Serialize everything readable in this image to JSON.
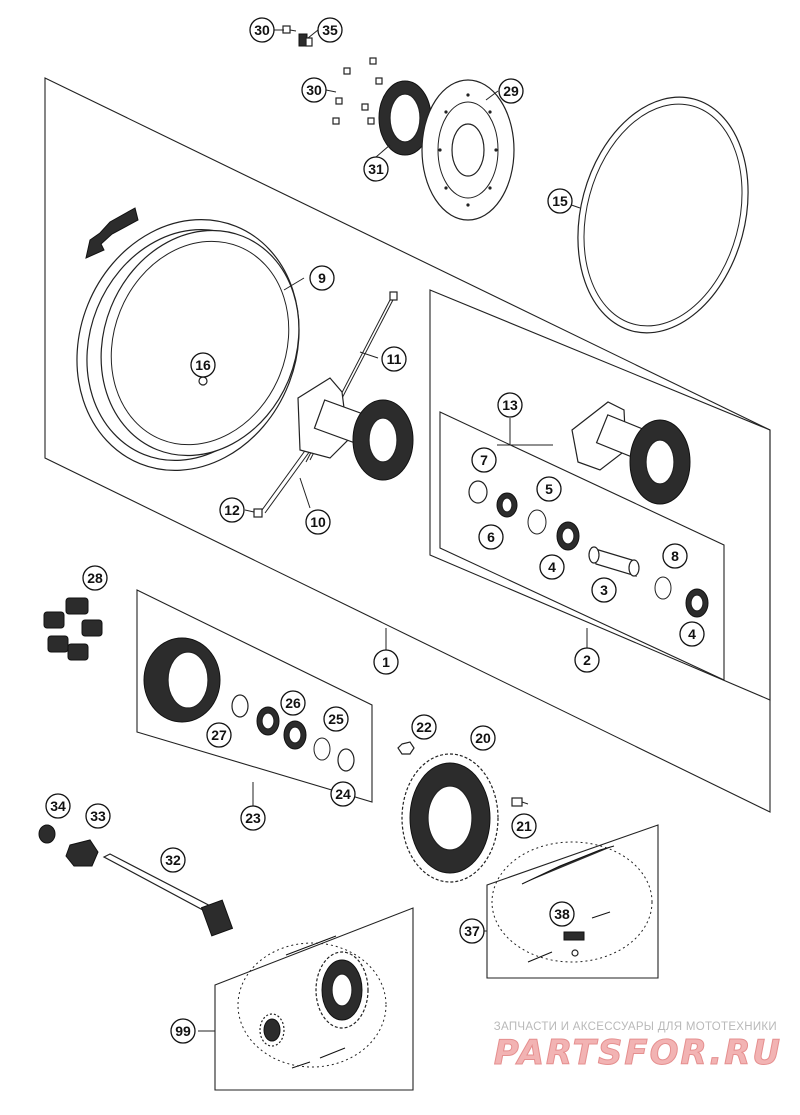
{
  "callouts": [
    {
      "id": "c30a",
      "label": "30"
    },
    {
      "id": "c35",
      "label": "35"
    },
    {
      "id": "c30b",
      "label": "30"
    },
    {
      "id": "c29",
      "label": "29"
    },
    {
      "id": "c31",
      "label": "31"
    },
    {
      "id": "c15",
      "label": "15"
    },
    {
      "id": "c9",
      "label": "9"
    },
    {
      "id": "c16",
      "label": "16"
    },
    {
      "id": "c11",
      "label": "11"
    },
    {
      "id": "c13",
      "label": "13"
    },
    {
      "id": "c7",
      "label": "7"
    },
    {
      "id": "c5",
      "label": "5"
    },
    {
      "id": "c6",
      "label": "6"
    },
    {
      "id": "c4a",
      "label": "4"
    },
    {
      "id": "c8",
      "label": "8"
    },
    {
      "id": "c3",
      "label": "3"
    },
    {
      "id": "c4b",
      "label": "4"
    },
    {
      "id": "c12",
      "label": "12"
    },
    {
      "id": "c10",
      "label": "10"
    },
    {
      "id": "c28",
      "label": "28"
    },
    {
      "id": "c1",
      "label": "1"
    },
    {
      "id": "c2",
      "label": "2"
    },
    {
      "id": "c26",
      "label": "26"
    },
    {
      "id": "c25",
      "label": "25"
    },
    {
      "id": "c27",
      "label": "27"
    },
    {
      "id": "c24",
      "label": "24"
    },
    {
      "id": "c22",
      "label": "22"
    },
    {
      "id": "c20",
      "label": "20"
    },
    {
      "id": "c23",
      "label": "23"
    },
    {
      "id": "c34",
      "label": "34"
    },
    {
      "id": "c33",
      "label": "33"
    },
    {
      "id": "c21",
      "label": "21"
    },
    {
      "id": "c32",
      "label": "32"
    },
    {
      "id": "c38",
      "label": "38"
    },
    {
      "id": "c37",
      "label": "37"
    },
    {
      "id": "c99",
      "label": "99"
    }
  ],
  "watermark": {
    "tagline": "ЗАПЧАСТИ И АКСЕССУАРЫ ДЛЯ МОТОТЕХНИКИ",
    "brand": "PARTSFOR.RU"
  },
  "colors": {
    "line": "#222222",
    "watermark_brand": "#e58f8f",
    "watermark_tagline": "#b9b9b9"
  }
}
